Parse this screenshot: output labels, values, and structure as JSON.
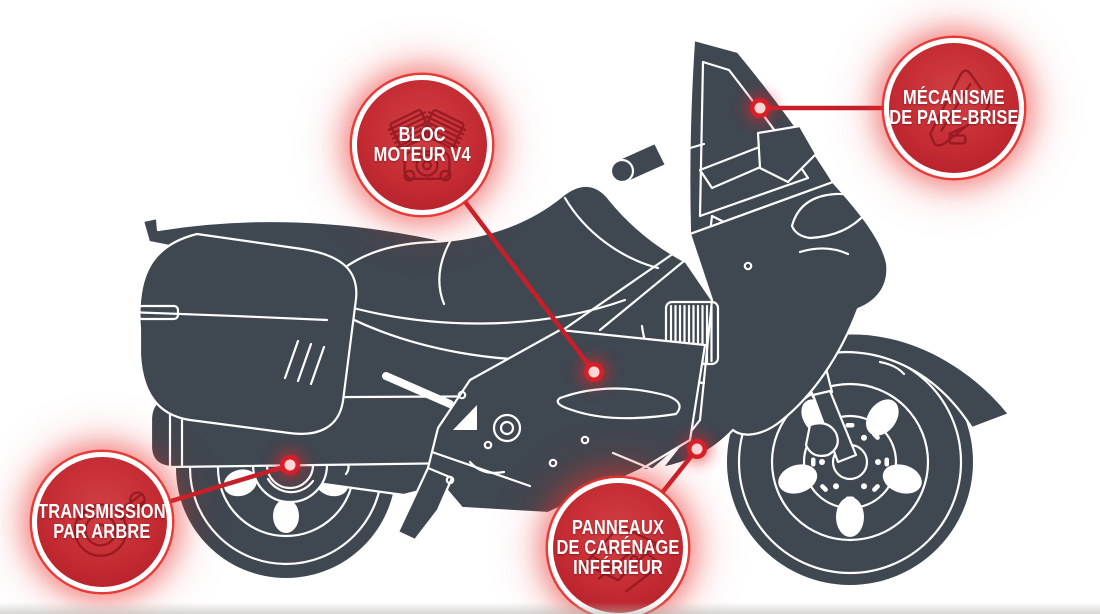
{
  "diagram": {
    "subject": "motorcycle-parts-diagram",
    "language": "fr",
    "background_color": "#ffffff",
    "bike_body_color": "#3f4750",
    "panel_line_color": "#ffffff",
    "accent_red": "#c5202a",
    "callout_fill": "#c42b33",
    "callout_ring": "#ffffff",
    "callout_text_color": "#ffffff",
    "target_dot_core": "#ffd6d6"
  },
  "callouts": [
    {
      "id": "engine-block",
      "icon": "v4-engine-icon",
      "lines": [
        "BLOC",
        "MOTEUR V4"
      ]
    },
    {
      "id": "windshield-mechanism",
      "icon": "windshield-icon",
      "lines": [
        "MÉCANISME",
        "DE PARE-BRISE"
      ]
    },
    {
      "id": "shaft-drive",
      "icon": "drive-shaft-icon",
      "lines": [
        "TRANSMISSION",
        "PAR ARBRE"
      ]
    },
    {
      "id": "lower-fairing",
      "icon": "fairing-panel-icon",
      "lines": [
        "PANNEAUX",
        "DE CARÉNAGE",
        "INFÉRIEUR"
      ]
    }
  ]
}
